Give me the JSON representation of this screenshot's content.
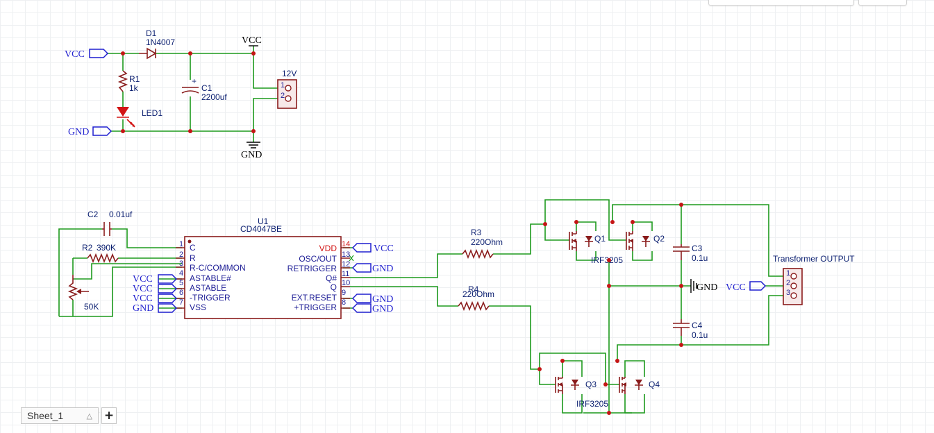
{
  "power_section": {
    "vcc_in": "VCC",
    "gnd_in": "GND",
    "d1_ref": "D1",
    "d1_value": "1N4007",
    "r1_ref": "R1",
    "r1_value": "1k",
    "led_ref": "LED1",
    "c1_ref": "C1",
    "c1_value": "2200uf",
    "c1_plus": "+",
    "vcc_rail": "VCC",
    "gnd_rail": "GND",
    "connector_label": "12V",
    "connector_pins": [
      "1",
      "2"
    ]
  },
  "oscillator": {
    "c2_ref": "C2",
    "c2_value": "0.01uf",
    "r2_ref": "R2",
    "r2_value": "390K",
    "pot_value": "50K",
    "u1_ref": "U1",
    "u1_part": "CD4047BE",
    "left_pins": [
      {
        "num": "1",
        "name": "C"
      },
      {
        "num": "2",
        "name": "R"
      },
      {
        "num": "3",
        "name": "R-C/COMMON"
      },
      {
        "num": "4",
        "name": "ASTABLE#"
      },
      {
        "num": "5",
        "name": "ASTABLE"
      },
      {
        "num": "6",
        "name": "-TRIGGER"
      },
      {
        "num": "7",
        "name": "VSS"
      }
    ],
    "right_pins": [
      {
        "num": "14",
        "name": "VDD"
      },
      {
        "num": "13",
        "name": "OSC/OUT"
      },
      {
        "num": "12",
        "name": "RETRIGGER"
      },
      {
        "num": "11",
        "name": "Q#"
      },
      {
        "num": "10",
        "name": "Q"
      },
      {
        "num": "9",
        "name": "EXT.RESET"
      },
      {
        "num": "8",
        "name": "+TRIGGER"
      }
    ],
    "left_nets": [
      "VCC",
      "VCC",
      "VCC",
      "GND"
    ],
    "right_nets": [
      "VCC",
      "GND",
      "GND",
      "GND"
    ]
  },
  "driver": {
    "r3_ref": "R3",
    "r3_value": "220Ohm",
    "r4_ref": "R4",
    "r4_value": "220Ohm",
    "q1": "Q1",
    "q2": "Q2",
    "q3": "Q3",
    "q4": "Q4",
    "top_part": "IRF3205",
    "bottom_part": "IRF3205",
    "c3_ref": "C3",
    "c3_value": "0.1u",
    "c4_ref": "C4",
    "c4_value": "0.1u",
    "gnd": "GND",
    "vcc": "VCC",
    "output_label": "Transformer OUTPUT",
    "output_pins": [
      "1",
      "2",
      "3"
    ]
  },
  "sheet": {
    "tab_label": "Sheet_1",
    "add_label": "+"
  }
}
